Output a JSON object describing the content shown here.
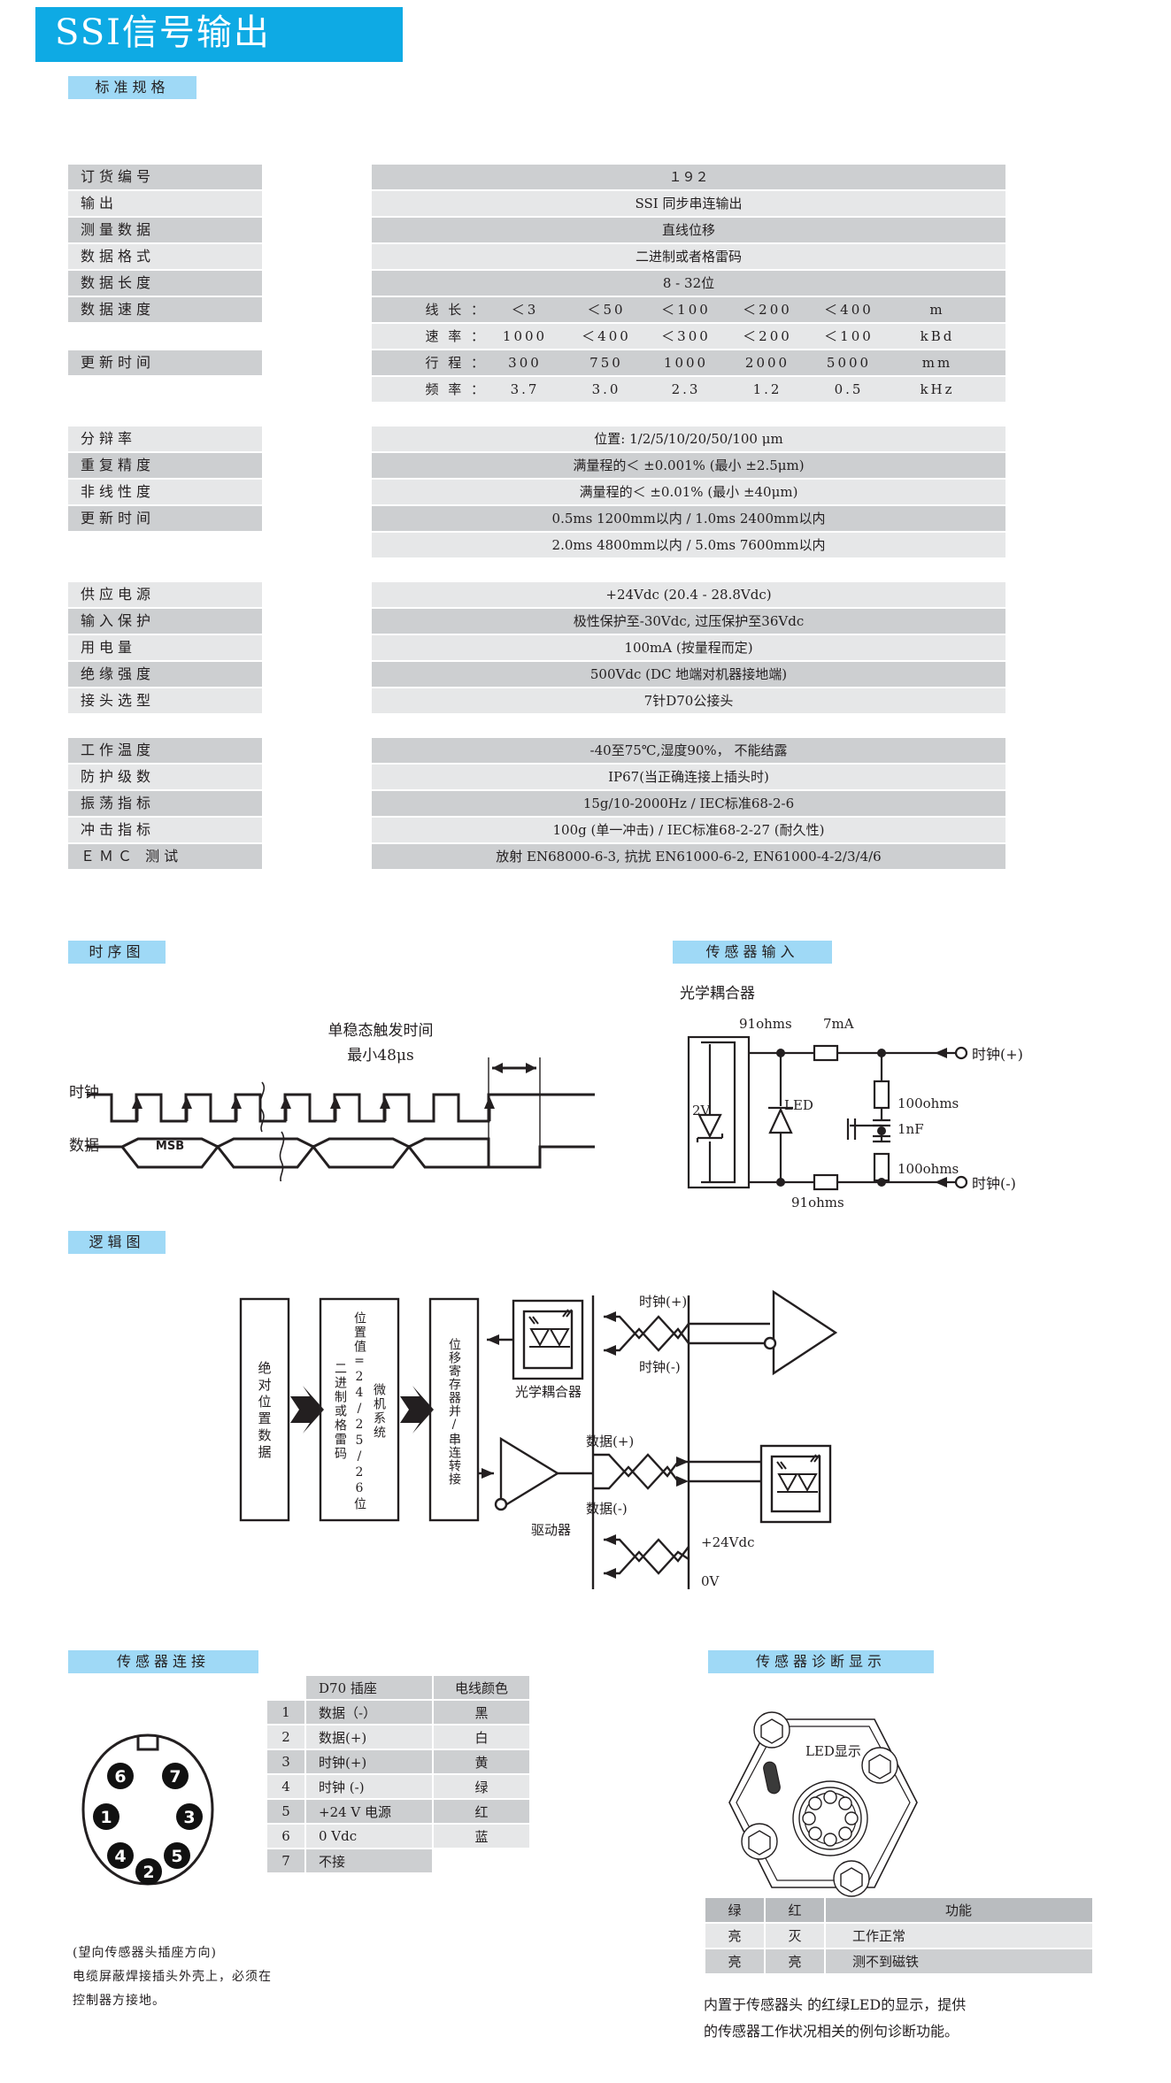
{
  "header": {
    "title": "SSI信号输出"
  },
  "sections": {
    "standard_spec": "标准规格",
    "timing_diagram": "时序图",
    "sensor_input": "传感器输入",
    "logic_diagram": "逻辑图",
    "sensor_connection": "传感器连接",
    "sensor_diagnostic": "传感器诊断显示"
  },
  "colors": {
    "banner": "#0eaae4",
    "chip": "#9fd9f6",
    "row_dark": "#cdcfd1",
    "row_light": "#e6e7e8"
  },
  "spec_group1": [
    {
      "label": "订货编号",
      "value": "１９２"
    },
    {
      "label": "输出",
      "value": "SSI 同步串连输出"
    },
    {
      "label": "测量数据",
      "value": "直线位移"
    },
    {
      "label": "数据格式",
      "value": "二进制或者格雷码"
    },
    {
      "label": "数据长度",
      "value": "8 - 32位"
    }
  ],
  "speed_table": {
    "label_speed": "数据速度",
    "label_update": "更新时间",
    "rows": [
      {
        "name": "线 长 ：",
        "cells": [
          "＜3",
          "＜50",
          "＜100",
          "＜200",
          "＜400",
          "m"
        ]
      },
      {
        "name": "速 率 ：",
        "cells": [
          "1000",
          "＜400",
          "＜300",
          "＜200",
          "＜100",
          "kBd"
        ]
      },
      {
        "name": "行 程 ：",
        "cells": [
          "300",
          "750",
          "1000",
          "2000",
          "5000",
          "mm"
        ]
      },
      {
        "name": "频 率 ：",
        "cells": [
          "3.7",
          "3.0",
          "2.3",
          "1.2",
          "0.5",
          "kHz"
        ]
      }
    ]
  },
  "spec_group2": [
    {
      "label": "分辩率",
      "value": "位置: 1/2/5/10/20/50/100 μm"
    },
    {
      "label": "重复精度",
      "value": "满量程的＜ ±0.001% (最小 ±2.5μm)"
    },
    {
      "label": "非线性度",
      "value": "满量程的＜ ±0.01% (最小 ±40μm)"
    },
    {
      "label": "更新时间",
      "value": "0.5ms 1200mm以内 / 1.0ms 2400mm以内"
    },
    {
      "label": "",
      "value": "2.0ms 4800mm以内 / 5.0ms 7600mm以内"
    }
  ],
  "spec_group3": [
    {
      "label": "供应电源",
      "value": "+24Vdc (20.4 - 28.8Vdc)"
    },
    {
      "label": "输入保护",
      "value": "极性保护至-30Vdc, 过压保护至36Vdc"
    },
    {
      "label": "用电量",
      "value": "100mA (按量程而定)"
    },
    {
      "label": "绝缘强度",
      "value": "500Vdc (DC 地端对机器接地端)"
    },
    {
      "label": "接头选型",
      "value": "7针D70公接头"
    }
  ],
  "spec_group4": [
    {
      "label": "工作温度",
      "value": "-40至75℃,湿度90%， 不能结露"
    },
    {
      "label": "防护级数",
      "value": "IP67(当正确连接上插头时)"
    },
    {
      "label": "振荡指标",
      "value": "15g/10-2000Hz / IEC标准68-2-6"
    },
    {
      "label": "冲击指标",
      "value": "100g (单一冲击) / IEC标准68-2-27 (耐久性)"
    },
    {
      "label": "ＥＭＣ 测试",
      "value": "放射 EN68000-6-3, 抗扰 EN61000-6-2, EN61000-4-2/3/4/6"
    }
  ],
  "timing": {
    "clock_label": "时钟",
    "data_label": "数据",
    "msb": "MSB",
    "annotation_line1": "单稳态触发时间",
    "annotation_line2": "最小48μs"
  },
  "sensor_input_circuit": {
    "optocoupler": "光学耦合器",
    "voltage": "2V",
    "led": "LED",
    "r_series": "91ohms",
    "current": "7mA",
    "r_top": "100ohms",
    "cap": "1nF",
    "r_bottom": "100ohms",
    "r_series2": "91ohms",
    "clock_plus": "时钟(+)",
    "clock_minus": "时钟(-)"
  },
  "logic": {
    "block1": "绝对位置数据",
    "block2_line1": "微机系统",
    "block2_line2": "位置值=24/25/26位",
    "block2_line3": "二进制或格雷码",
    "block3": "位移寄存器并/串连转接",
    "optocoupler": "光学耦合器",
    "driver": "驱动器",
    "clock_plus": "时钟(+)",
    "clock_minus": "时钟(-)",
    "data_plus": "数据(+)",
    "data_minus": "数据(-)",
    "power": "+24Vdc",
    "ground": "0V"
  },
  "pin_table": {
    "headers": [
      "",
      "D70 插座",
      "电线颜色"
    ],
    "rows": [
      {
        "no": "1",
        "name": "数据（-）",
        "color": "黑"
      },
      {
        "no": "2",
        "name": "数据(+)",
        "color": "白"
      },
      {
        "no": "3",
        "name": "时钟(+)",
        "color": "黄"
      },
      {
        "no": "4",
        "name": "时钟 (-)",
        "color": "绿"
      },
      {
        "no": "5",
        "name": "+24 V 电源",
        "color": "红"
      },
      {
        "no": "6",
        "name": "0 Vdc",
        "color": "蓝"
      },
      {
        "no": "7",
        "name": "不接",
        "color": ""
      }
    ],
    "connector_pins": [
      "6",
      "7",
      "1",
      "3",
      "4",
      "5",
      "2"
    ],
    "note_line1": "(望向传感器头插座方向)",
    "note_line2": "电缆屏蔽焊接插头外壳上，必须在",
    "note_line3": "控制器方接地。"
  },
  "diagnostic": {
    "led_caption": "LED显示",
    "headers": [
      "绿",
      "红",
      "功能"
    ],
    "rows": [
      {
        "green": "亮",
        "red": "灭",
        "function": "工作正常"
      },
      {
        "green": "亮",
        "red": "亮",
        "function": "测不到磁铁"
      }
    ],
    "note_line1": "内置于传感器头   的红绿LED的显示，提供",
    "note_line2": "的传感器工作状况相关的例句诊断功能。"
  }
}
